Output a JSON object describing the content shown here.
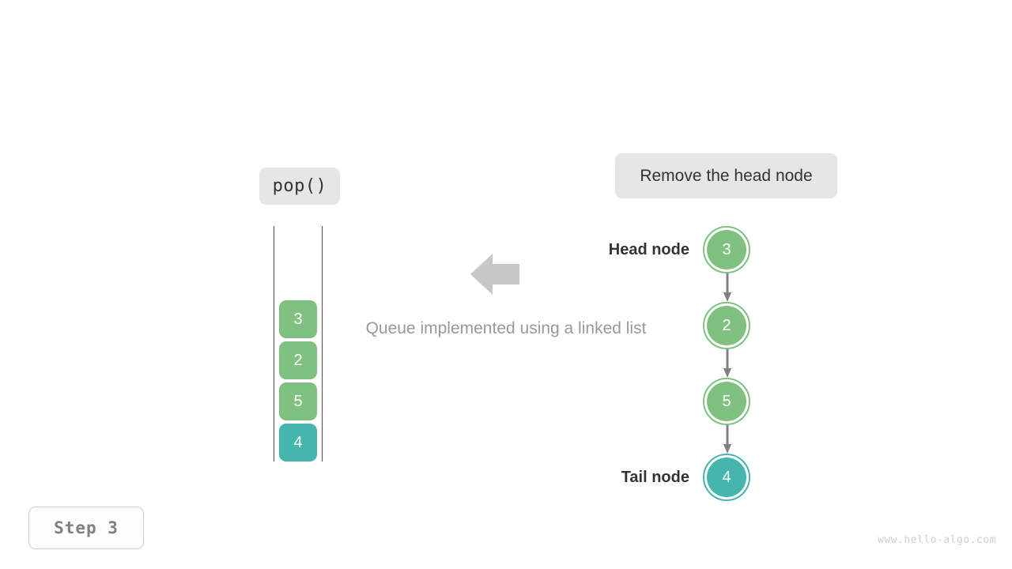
{
  "colors": {
    "node_green": "#80c080",
    "node_teal": "#45b5ae",
    "chip_bg": "#e6e6e6",
    "arrow_gray": "#808080",
    "block_arrow_gray": "#c8c8c8",
    "caption_gray": "#999999",
    "label_dark": "#333333",
    "watermark_gray": "#cfcfcf",
    "background": "#ffffff"
  },
  "operation": {
    "label": "pop()",
    "description": "Remove the head node"
  },
  "queue": {
    "caption": "Queue implemented using a linked list",
    "cells": [
      {
        "value": "3",
        "color": "#80c080"
      },
      {
        "value": "2",
        "color": "#80c080"
      },
      {
        "value": "5",
        "color": "#80c080"
      },
      {
        "value": "4",
        "color": "#45b5ae"
      }
    ]
  },
  "linked_list": {
    "head_label": "Head node",
    "tail_label": "Tail node",
    "nodes": [
      {
        "value": "3",
        "color": "#80c080",
        "role": "head"
      },
      {
        "value": "2",
        "color": "#80c080",
        "role": "middle"
      },
      {
        "value": "5",
        "color": "#80c080",
        "role": "middle"
      },
      {
        "value": "4",
        "color": "#45b5ae",
        "role": "tail"
      }
    ]
  },
  "transition_arrow": {
    "icon": "arrow-left-block",
    "direction": "left"
  },
  "footer": {
    "step": "Step 3",
    "watermark": "www.hello-algo.com"
  }
}
